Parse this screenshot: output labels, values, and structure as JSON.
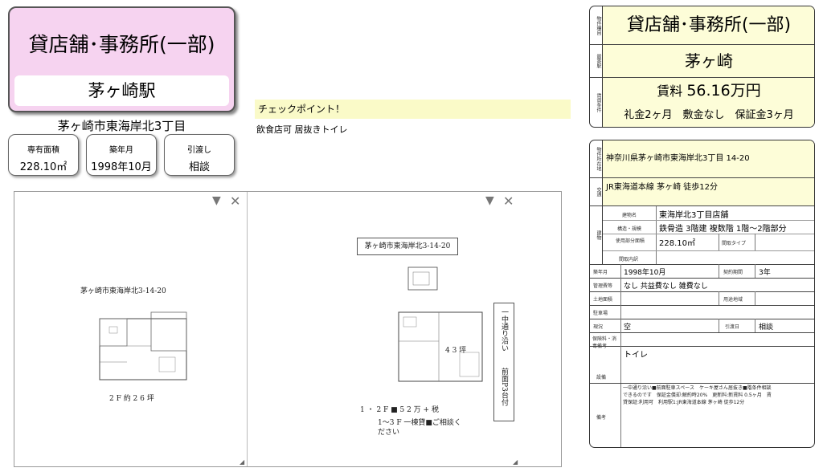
{
  "header": {
    "title": "貸店舗･事務所(一部)",
    "station": "茅ヶ崎駅",
    "address": "茅ヶ崎市東海岸北3丁目"
  },
  "stats": [
    {
      "label": "専有面積",
      "value": "228.10㎡"
    },
    {
      "label": "築年月",
      "value": "1998年10月"
    },
    {
      "label": "引渡し",
      "value": "相談"
    }
  ],
  "checkpoint": {
    "heading": "チェックポイント！",
    "body": "飲食店可 居抜きトイレ"
  },
  "plans": {
    "left": {
      "address": "茅ヶ崎市東海岸北3-14-20",
      "floor": "2 F 約 2 6 坪"
    },
    "right": {
      "address": "茅ヶ崎市東海岸北3-14-20",
      "area": "4 3 坪",
      "price": "1 ・ 2 F ■ 5 2 万 + 税",
      "note1": "1～3 F 一棟貸■ご相談く",
      "note2": "ださい",
      "side1": "一中通り沿い",
      "side2": "前面P3台付"
    },
    "controls": {
      "down": "▼",
      "close": "✕"
    }
  },
  "summary": {
    "side_type": "物件種目",
    "side_station": "最寄駅",
    "side_price": "賃貸条件",
    "title": "貸店舗･事務所(一部)",
    "station": "茅ヶ崎",
    "rent_label": "賃料",
    "rent_value": "56.16万円",
    "terms": "礼金2ヶ月　敷金なし　保証金3ヶ月"
  },
  "detail": {
    "side_location": "物件所在地",
    "location": "神奈川県茅ヶ崎市東海岸北3丁目 14-20",
    "side_traffic": "交通",
    "traffic": "JR東海道本線 茅ヶ崎 徒歩12分",
    "side_building": "建物",
    "building_name_label": "建物名",
    "building_name": "東海岸北3丁目店舗",
    "structure_label": "構造・規模",
    "structure": "鉄骨造 3階建 複数階 1階～2階部分",
    "area_label": "使用部分面積",
    "area": "228.10㎡",
    "layout_label": "間取タイプ",
    "layout_detail_label": "間取内訳",
    "built_label": "築年月",
    "built": "1998年10月",
    "term_label": "契約期間",
    "term": "3年",
    "fee_label": "管理費等",
    "fee": "なし 共益費なし 雑費なし",
    "land_label": "土地面積",
    "zone_label": "用途地域",
    "parking_label": "駐車場",
    "status_label": "現況",
    "status": "空",
    "handover_label": "引渡日",
    "handover": "相談",
    "options_label": "保険料・消毒備考",
    "equip_label": "設備",
    "equip": "トイレ",
    "remarks_label": "備考",
    "remarks1": "一中通り沿い■前面駐車スペース　ケーキ屋さん居抜き■階条件相談",
    "remarks2": "できるのです　保証金償却:解約時20%　更新料:新賃料 0.5ヶ月　賃",
    "remarks3": "貸保証:利用可　利用駅1:JR東海道本線 茅ヶ崎 徒歩12分"
  }
}
